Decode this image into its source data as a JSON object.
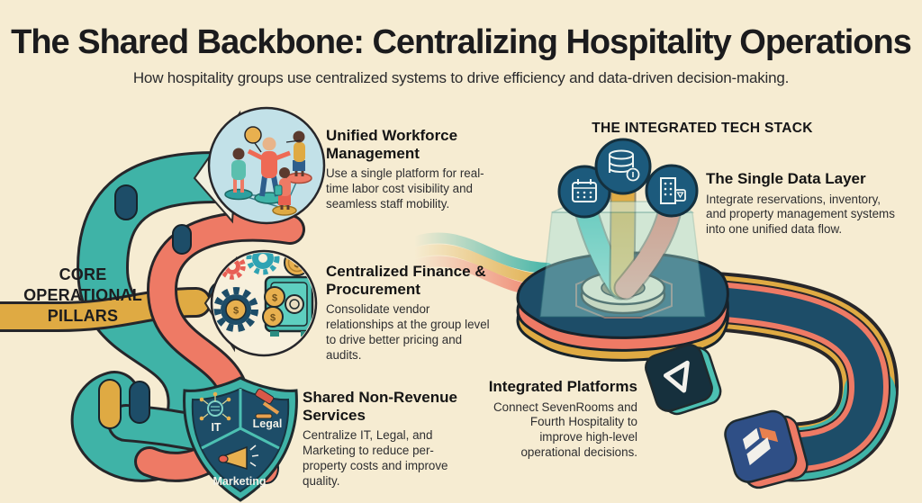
{
  "header": {
    "title": "The Shared Backbone: Centralizing Hospitality Operations",
    "subtitle": "How hospitality groups use centralized systems to drive efficiency and data-driven decision-making."
  },
  "left": {
    "label": "CORE OPERATIONAL PILLARS",
    "pillars": [
      {
        "heading": "Unified Workforce Management",
        "body": "Use a single platform for real-time labor cost visibility and seamless staff mobility."
      },
      {
        "heading": "Centralized Finance & Procurement",
        "body": "Consolidate vendor relationships at the group level to drive better pricing and audits."
      },
      {
        "heading": "Shared Non-Revenue Services",
        "body": "Centralize IT, Legal, and Marketing to reduce per-property costs and improve quality."
      }
    ],
    "shield": {
      "it": "IT",
      "legal": "Legal",
      "marketing": "Marketing"
    },
    "coin_symbol": "$"
  },
  "right": {
    "heading": "THE INTEGRATED TECH STACK",
    "data_layer": {
      "heading": "The Single Data Layer",
      "body": "Integrate reservations, inventory, and property management systems into one unified data flow."
    },
    "platforms": {
      "heading": "Integrated Platforms",
      "body": "Connect SevenRooms and Fourth Hospitality to improve high-level operational decisions."
    }
  },
  "colors": {
    "background": "#f6ecd2",
    "teal": "#3fb3a7",
    "salmon": "#ee7a65",
    "gold": "#dfaa43",
    "navy": "#1d4d68",
    "ink": "#26262a"
  }
}
